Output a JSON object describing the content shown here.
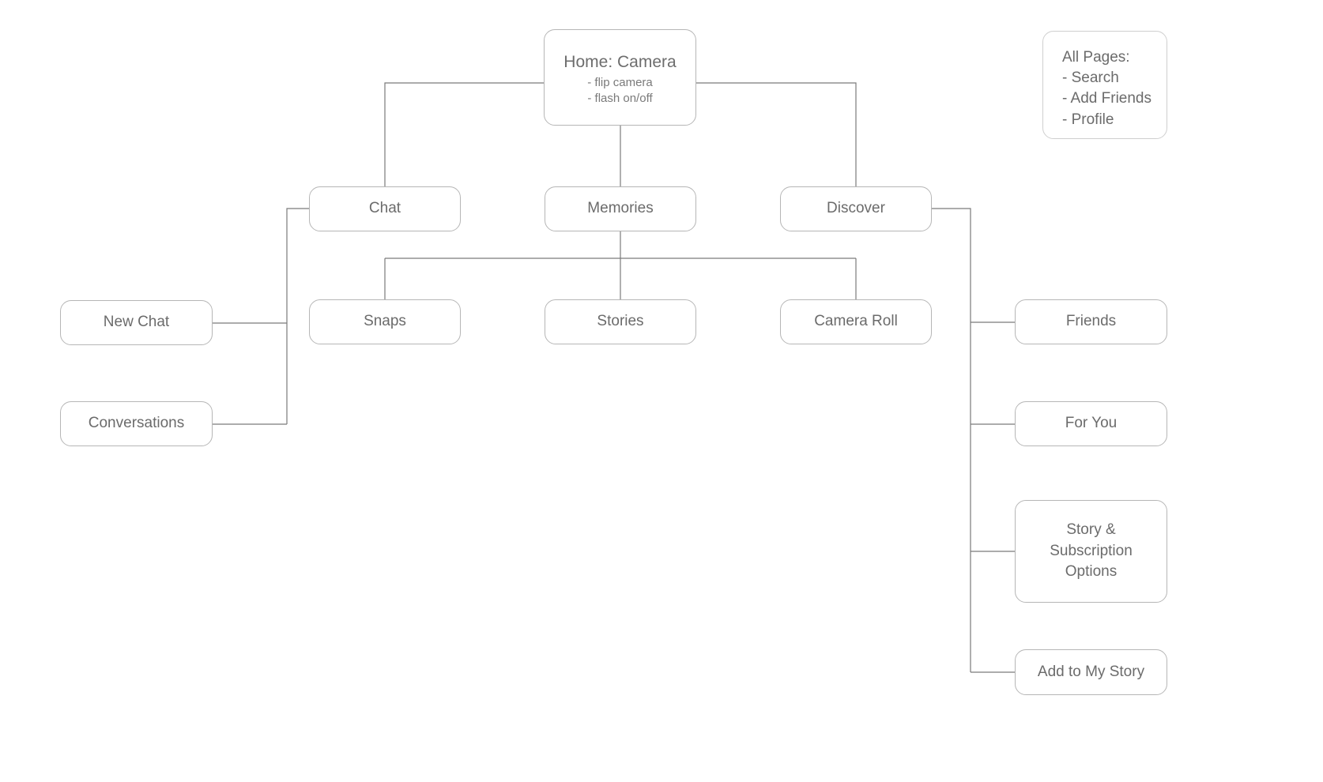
{
  "diagram": {
    "type": "sitemap-flowchart",
    "background_color": "#ffffff",
    "node_border_color": "#b6b6b6",
    "edge_color": "#777777",
    "text_color": "#6b6b6b"
  },
  "nodes": {
    "root": {
      "title": "Home: Camera",
      "sub1": "- flip camera",
      "sub2": "- flash on/off"
    },
    "chat": {
      "title": "Chat"
    },
    "memories": {
      "title": "Memories"
    },
    "discover": {
      "title": "Discover"
    },
    "new_chat": {
      "title": "New Chat"
    },
    "conversations": {
      "title": "Conversations"
    },
    "snaps": {
      "title": "Snaps"
    },
    "stories": {
      "title": "Stories"
    },
    "camera_roll": {
      "title": "Camera Roll"
    },
    "friends": {
      "title": "Friends"
    },
    "for_you": {
      "title": "For You"
    },
    "story_subscription": {
      "title": "Story & Subscription Options"
    },
    "add_to_my_story": {
      "title": "Add to My Story"
    }
  },
  "legend": {
    "heading": "All Pages:",
    "items": [
      "- Search",
      "- Add Friends",
      "- Profile"
    ]
  }
}
